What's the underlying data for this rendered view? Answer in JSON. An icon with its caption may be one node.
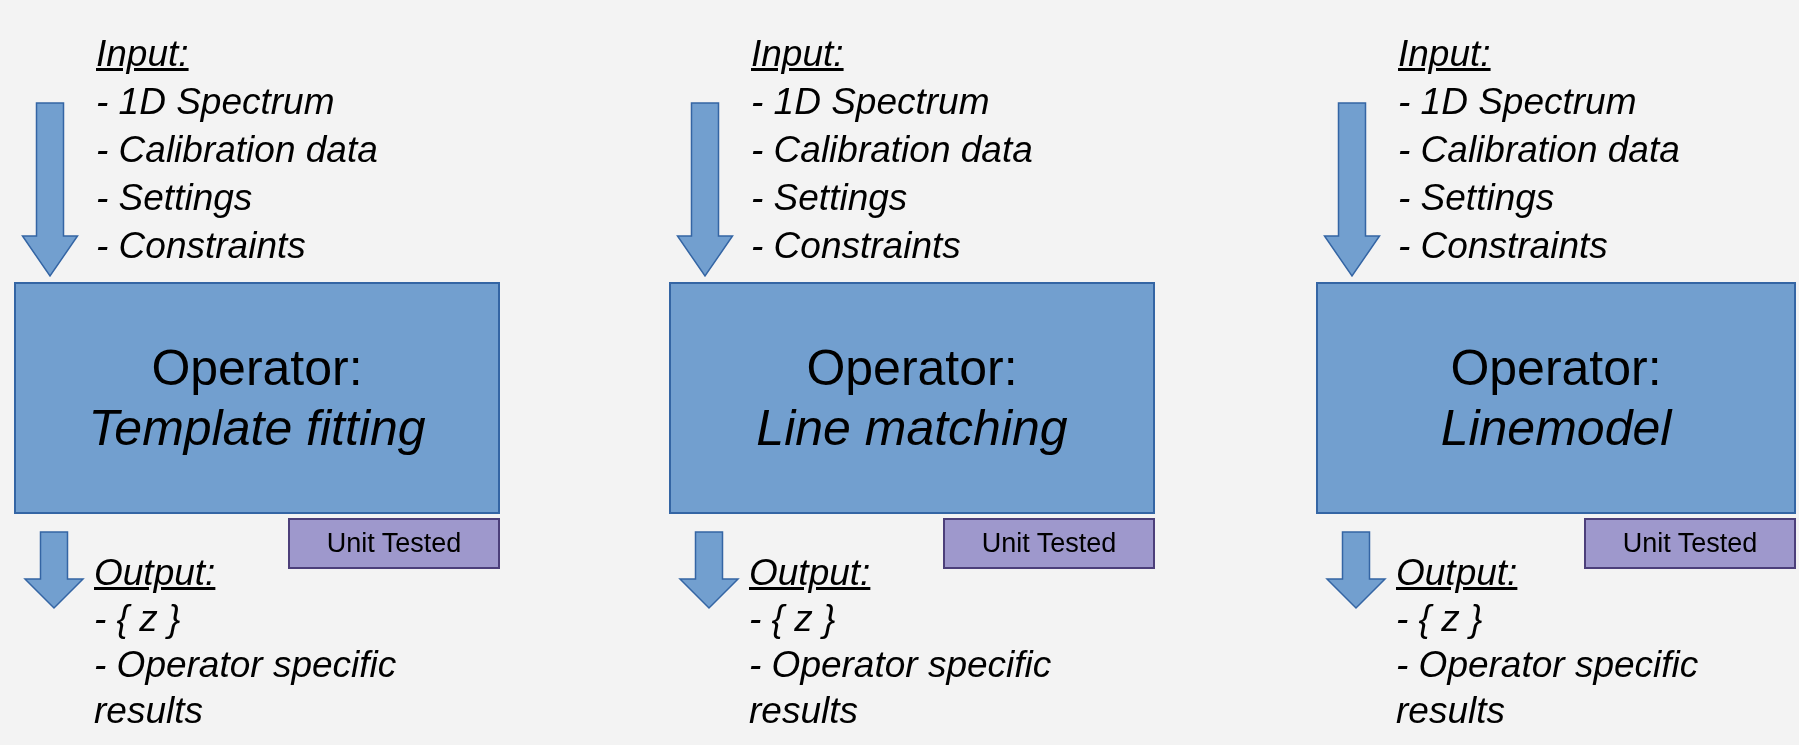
{
  "diagram": {
    "nodes": [
      {
        "text": [
          "Input:",
          "- 1D Spectrum",
          "- Calibration data",
          "- Settings",
          "- Constraints"
        ]
      },
      {
        "text": [
          "Operator:",
          "Template fitting"
        ]
      },
      {
        "text": [
          "Unit Tested"
        ]
      },
      {
        "text": [
          "Output:",
          "- { z }",
          "- Operator specific results"
        ]
      },
      {
        "text": [
          "Input:",
          "- 1D Spectrum",
          "- Calibration data",
          "- Settings",
          "- Constraints"
        ]
      },
      {
        "text": [
          "Operator:",
          "Line matching"
        ]
      },
      {
        "text": [
          "Unit Tested"
        ]
      },
      {
        "text": [
          "Output:",
          "- { z }",
          "- Operator specific results"
        ]
      },
      {
        "text": [
          "Input:",
          "- 1D Spectrum",
          "- Calibration data",
          "- Settings",
          "- Constraints"
        ]
      },
      {
        "text": [
          "Operator:",
          "Linemodel"
        ]
      },
      {
        "text": [
          "Unit Tested"
        ]
      },
      {
        "text": [
          "Output:",
          "- { z }",
          "- Operator specific results"
        ]
      }
    ],
    "edges": [
      {
        "from": null,
        "to": 1,
        "arrow": "to"
      },
      {
        "from": 1,
        "to": 3,
        "arrow": "to"
      },
      {
        "from": null,
        "to": 5,
        "arrow": "to"
      },
      {
        "from": 5,
        "to": 7,
        "arrow": "to"
      },
      {
        "from": null,
        "to": 9,
        "arrow": "to"
      },
      {
        "from": 9,
        "to": 11,
        "arrow": "to"
      }
    ]
  }
}
